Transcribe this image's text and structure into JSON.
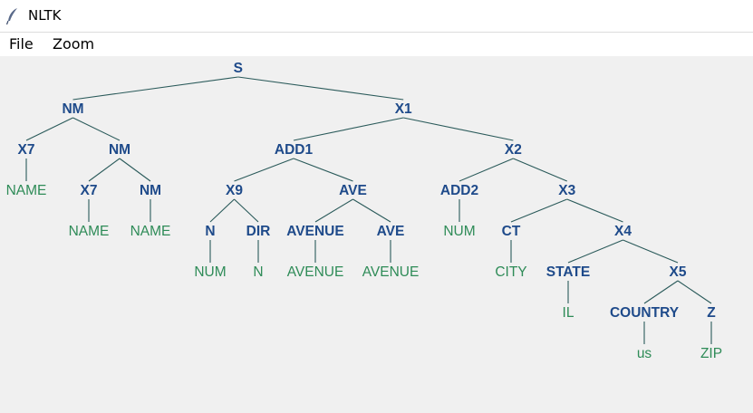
{
  "window": {
    "title": "NLTK",
    "icon": "feather-icon"
  },
  "menu": {
    "items": [
      "File",
      "Zoom"
    ]
  },
  "tree": {
    "label": "S",
    "children": [
      {
        "label": "NM",
        "children": [
          {
            "label": "X7",
            "children": [
              "NAME"
            ]
          },
          {
            "label": "NM",
            "children": [
              {
                "label": "X7",
                "children": [
                  "NAME"
                ]
              },
              {
                "label": "NM",
                "children": [
                  "NAME"
                ]
              }
            ]
          }
        ]
      },
      {
        "label": "X1",
        "children": [
          {
            "label": "ADD1",
            "children": [
              {
                "label": "X9",
                "children": [
                  {
                    "label": "N",
                    "children": [
                      "NUM"
                    ]
                  },
                  {
                    "label": "DIR",
                    "children": [
                      "N"
                    ]
                  }
                ]
              },
              {
                "label": "AVE",
                "children": [
                  {
                    "label": "AVENUE",
                    "children": [
                      "AVENUE"
                    ]
                  },
                  {
                    "label": "AVE",
                    "children": [
                      "AVENUE"
                    ]
                  }
                ]
              }
            ]
          },
          {
            "label": "X2",
            "children": [
              {
                "label": "ADD2",
                "children": [
                  "NUM"
                ]
              },
              {
                "label": "X3",
                "children": [
                  {
                    "label": "CT",
                    "children": [
                      "CITY"
                    ]
                  },
                  {
                    "label": "X4",
                    "children": [
                      {
                        "label": "STATE",
                        "children": [
                          "IL"
                        ]
                      },
                      {
                        "label": "X5",
                        "children": [
                          {
                            "label": "COUNTRY",
                            "children": [
                              "us"
                            ]
                          },
                          {
                            "label": "Z",
                            "children": [
                              "ZIP"
                            ]
                          }
                        ]
                      }
                    ]
                  }
                ]
              }
            ]
          }
        ]
      }
    ]
  },
  "colors": {
    "nonterminal": "#1e4a8a",
    "leaf": "#2e8b57",
    "edge": "#2a5a5a",
    "canvas_bg": "#f0f0f0"
  }
}
